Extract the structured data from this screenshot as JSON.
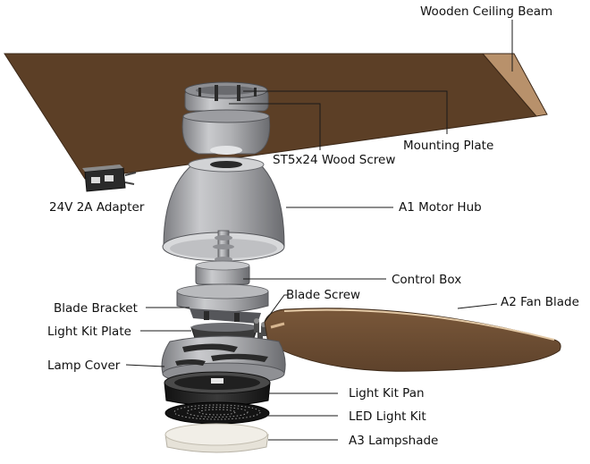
{
  "labels": {
    "beam": "Wooden Ceiling Beam",
    "mounting_plate": "Mounting Plate",
    "wood_screw": "ST5x24 Wood Screw",
    "adapter": "24V 2A  Adapter",
    "motor_hub": "A1  Motor Hub",
    "control_box": "Control Box",
    "blade_screw": "Blade Screw",
    "fan_blade": "A2 Fan Blade",
    "blade_bracket": "Blade Bracket",
    "light_kit_plate": "Light Kit Plate",
    "lamp_cover": "Lamp Cover",
    "light_kit_pan": "Light Kit Pan",
    "led_light_kit": "LED Light Kit",
    "lampshade": "A3  Lampshade"
  },
  "colors": {
    "beam": "#5c3f26",
    "beam_side": "#b8916b",
    "blade": "#6e4e33",
    "metal": "#a9aaad",
    "metal_dark": "#6f7074",
    "black": "#1e1e1e",
    "lampshade": "#f1eee7"
  }
}
